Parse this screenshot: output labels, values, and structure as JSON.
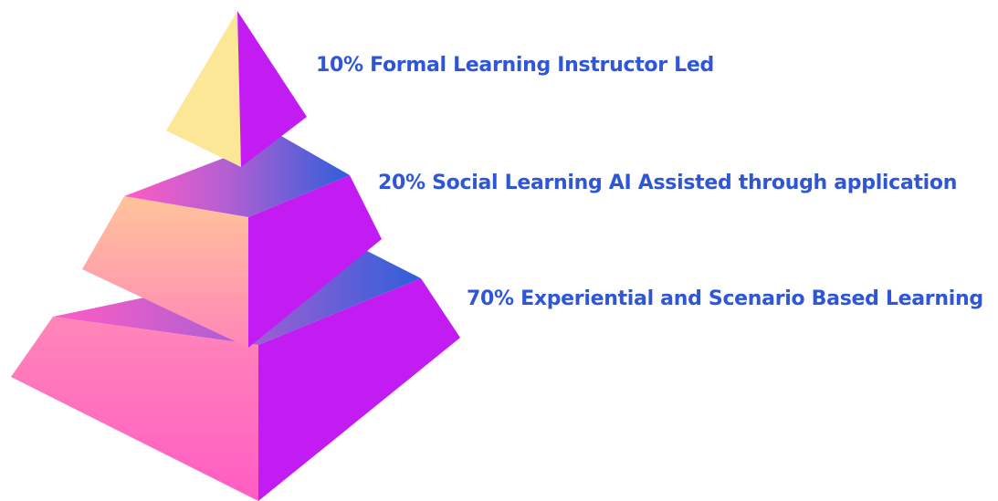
{
  "pyramid": {
    "tiers": [
      {
        "level": "top",
        "label": "10% Formal Learning Instructor Led"
      },
      {
        "level": "middle",
        "label": "20% Social Learning AI Assisted through application"
      },
      {
        "level": "bottom",
        "label": "70% Experiential and Scenario Based Learning"
      }
    ]
  },
  "colors": {
    "label_text": "#2f56d6",
    "pink": "#ff5cc4",
    "pink_light": "#ff86b8",
    "peach": "#ffc49a",
    "magenta": "#c21cf2",
    "violet": "#b45fd2",
    "blue": "#2f5fd9",
    "yellow": "#fce796"
  }
}
